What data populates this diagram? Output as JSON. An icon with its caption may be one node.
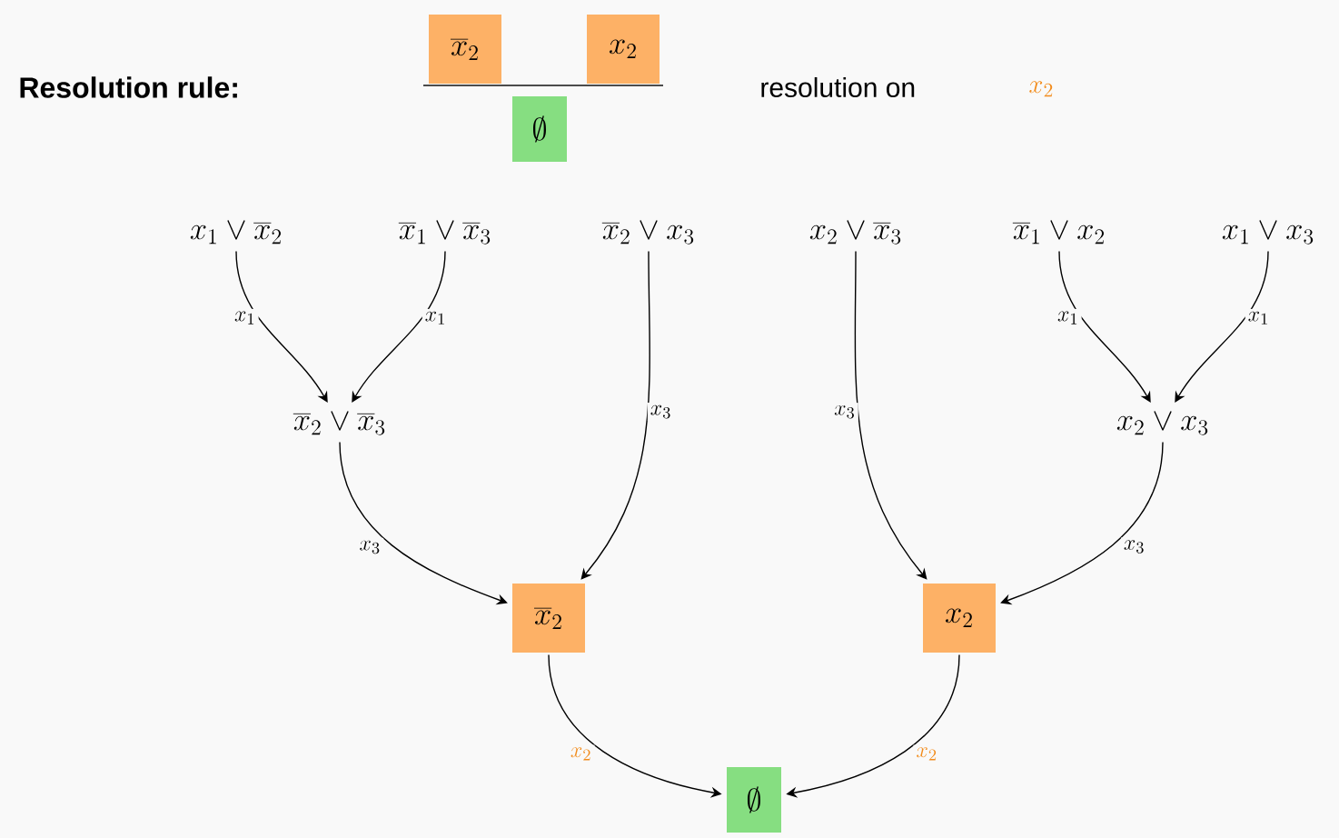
{
  "diagram": {
    "nodes": [
      {
        "text": [
          "\\overline{x}_2"
        ]
      },
      {
        "text": [
          "x_2"
        ]
      },
      {
        "text": [
          "\\emptyset"
        ]
      },
      {
        "text": [
          "x_1 \\vee \\overline{x}_2"
        ]
      },
      {
        "text": [
          "\\overline{x}_1 \\vee \\overline{x}_3"
        ]
      },
      {
        "text": [
          "\\overline{x}_2 \\vee x_3"
        ]
      },
      {
        "text": [
          "x_2 \\vee \\overline{x}_3"
        ]
      },
      {
        "text": [
          "\\overline{x}_1 \\vee x_2"
        ]
      },
      {
        "text": [
          "x_1 \\vee x_3"
        ]
      },
      {
        "text": [
          "\\overline{x}_2 \\vee \\overline{x}_3"
        ]
      },
      {
        "text": [
          "x_2 \\vee x_3"
        ]
      },
      {
        "text": [
          "\\overline{x}_2"
        ]
      },
      {
        "text": [
          "x_2"
        ]
      },
      {
        "text": [
          "\\emptyset"
        ]
      }
    ],
    "edges": [
      {
        "from": 3,
        "to": 9,
        "arrow": "to",
        "label": "x_1"
      },
      {
        "from": 4,
        "to": 9,
        "arrow": "to",
        "label": "x_1"
      },
      {
        "from": 7,
        "to": 10,
        "arrow": "to",
        "label": "x_1"
      },
      {
        "from": 8,
        "to": 10,
        "arrow": "to",
        "label": "x_1"
      },
      {
        "from": 9,
        "to": 11,
        "arrow": "to",
        "label": "x_3"
      },
      {
        "from": 5,
        "to": 11,
        "arrow": "to",
        "label": "x_3"
      },
      {
        "from": 6,
        "to": 12,
        "arrow": "to",
        "label": "x_3"
      },
      {
        "from": 10,
        "to": 12,
        "arrow": "to",
        "label": "x_3"
      },
      {
        "from": 11,
        "to": 13,
        "arrow": "to",
        "label": "x_2"
      },
      {
        "from": 12,
        "to": 13,
        "arrow": "to",
        "label": "x_2"
      }
    ],
    "labels": [
      "Resolution rule:",
      "resolution on",
      "x_2"
    ]
  }
}
